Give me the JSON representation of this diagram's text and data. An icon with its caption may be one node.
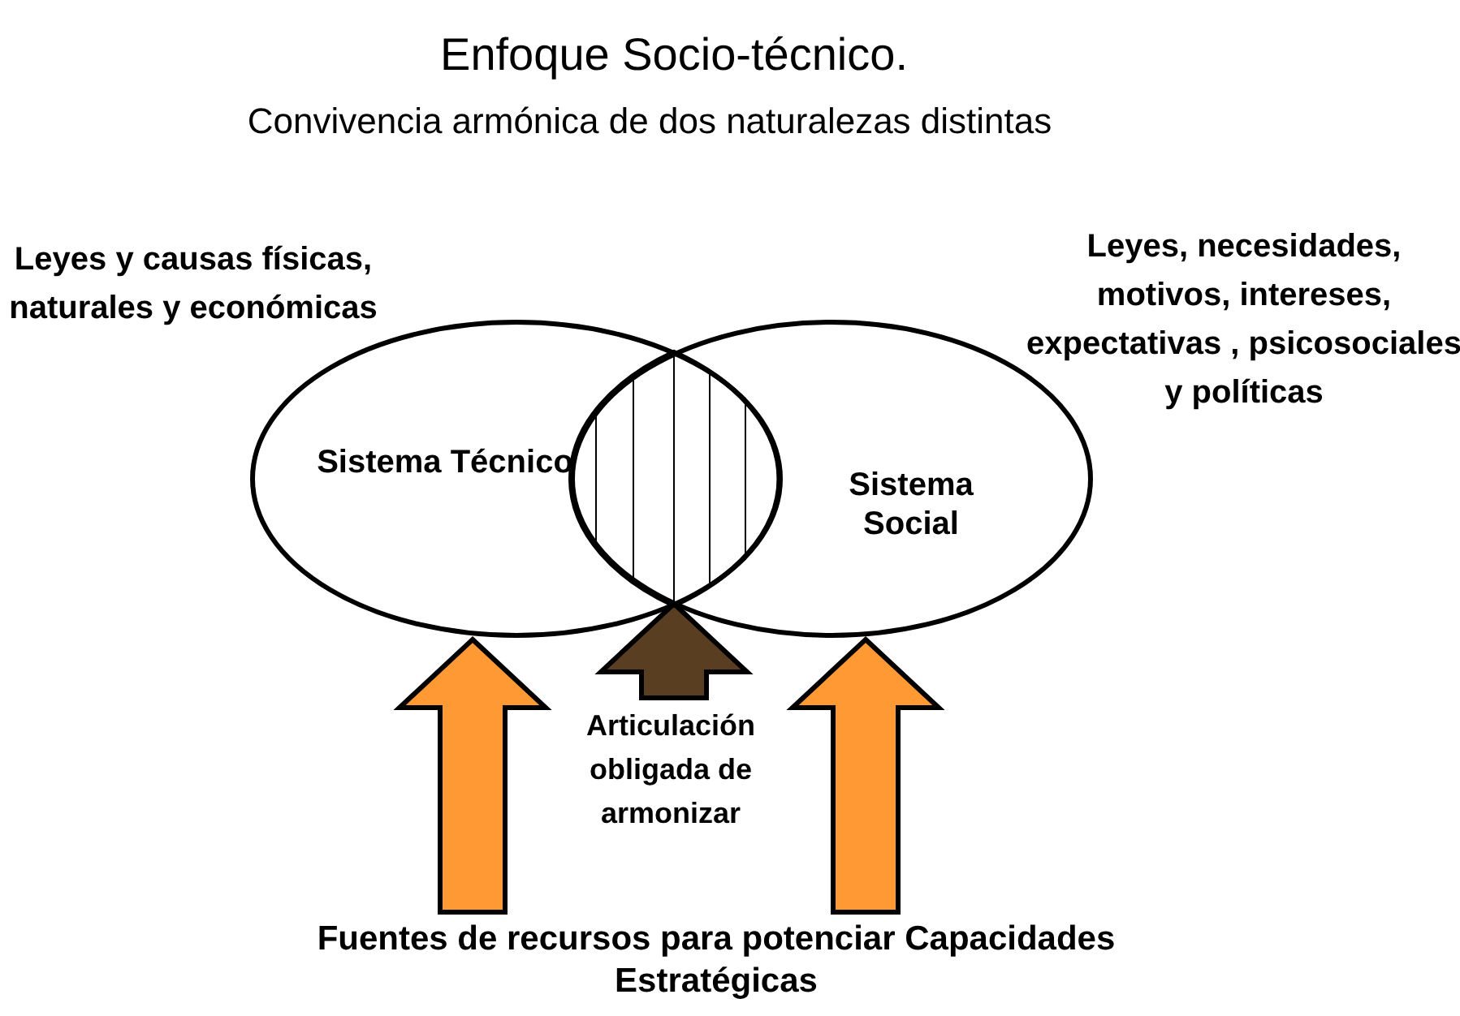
{
  "diagram": {
    "title": "Enfoque Socio-técnico.",
    "nodes": [
      {
        "text": [
          "Sistema Técnico"
        ],
        "beside": [
          "Leyes y causas físicas, naturales y económicas"
        ]
      },
      {
        "text": [
          "Sistema Social"
        ],
        "beside": [
          "Leyes, necesidades, motivos, intereses, expectativas , psicosociales y políticas"
        ]
      },
      {
        "text": [],
        "shape": "lens"
      },
      {
        "text": [
          "Articulación obligada de armonizar"
        ]
      },
      {
        "text": [
          "Fuentes de recursos para potenciar Capacidades Estratégicas"
        ]
      }
    ],
    "edges": [
      {
        "from": 4,
        "to": 0,
        "arrow": "to",
        "style": "thick"
      },
      {
        "from": 3,
        "to": 2,
        "arrow": "to",
        "style": "thick",
        "color": "#5a3e22"
      },
      {
        "from": 4,
        "to": 1,
        "arrow": "to",
        "style": "thick"
      }
    ],
    "labels": [
      "Convivencia armónica de dos naturalezas distintas"
    ]
  }
}
